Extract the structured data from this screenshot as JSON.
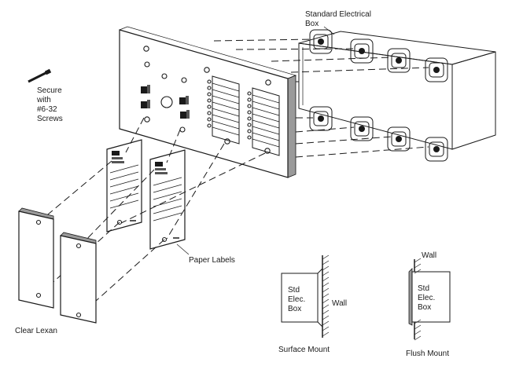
{
  "labels": {
    "standard_box_line1": "Standard Electrical",
    "standard_box_line2": "Box",
    "secure_line1": "Secure",
    "secure_line2": "with",
    "secure_line3": "#6-32",
    "secure_line4": "Screws",
    "paper_labels": "Paper Labels",
    "clear_lexan": "Clear Lexan",
    "surface_mount": "Surface Mount",
    "flush_mount": "Flush Mount",
    "surface_box_line1": "Std",
    "surface_box_line2": "Elec.",
    "surface_box_line3": "Box",
    "surface_wall": "Wall",
    "flush_wall": "Wall",
    "flush_box_line1": "Std",
    "flush_box_line2": "Elec.",
    "flush_box_line3": "Box"
  },
  "colors": {
    "line": "#1a1a1a",
    "shade": "#9a9a9a",
    "background": "#ffffff"
  }
}
